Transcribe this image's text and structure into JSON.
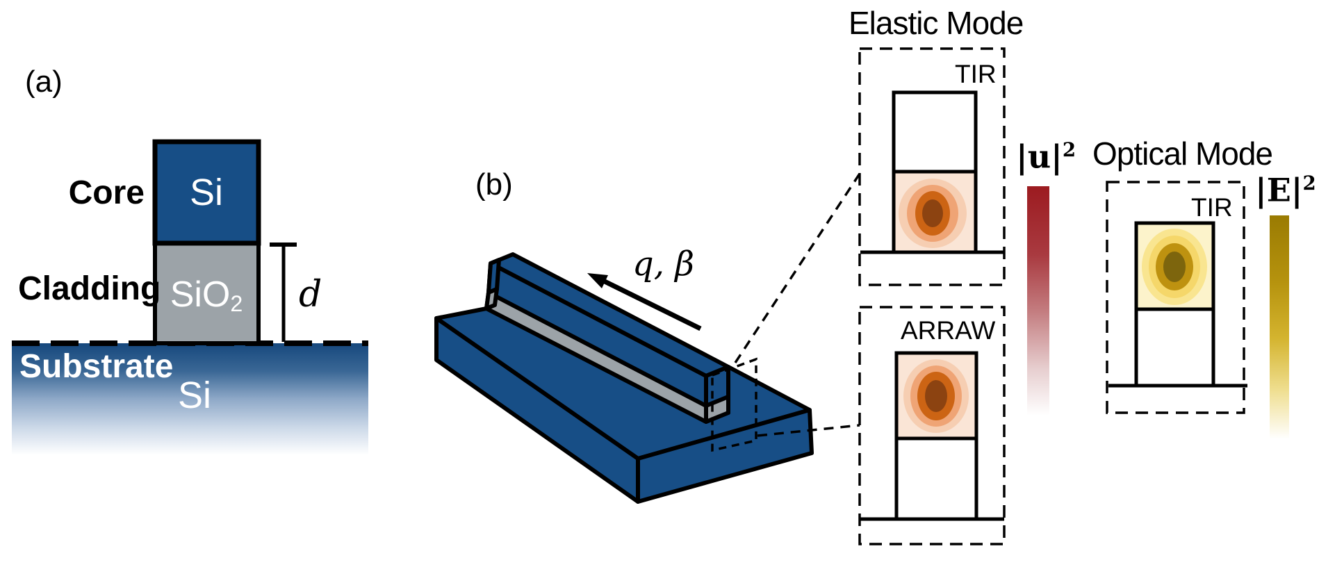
{
  "figure": {
    "panel_a": {
      "tag": "(a)",
      "core_label": "Core",
      "cladding_label": "Cladding",
      "substrate_label": "Substrate",
      "core_material": "Si",
      "cladding_material_base": "SiO",
      "cladding_material_subscript": "2",
      "substrate_material": "Si",
      "thickness_symbol": "d"
    },
    "panel_b": {
      "tag": "(b)",
      "propagation_label": "q, β"
    },
    "elastic": {
      "title": "Elastic Mode",
      "tir_label": "TIR",
      "arraw_label": "ARRAW",
      "colorbar_body": "|u|",
      "colorbar_exponent": "2"
    },
    "optical": {
      "title": "Optical Mode",
      "tir_label": "TIR",
      "colorbar_body": "|E|",
      "colorbar_exponent": "2"
    },
    "colors": {
      "silicon_blue": "#174E86",
      "oxide_gray": "#9CA3A8",
      "outline_black": "#000000",
      "substrate_gradient_top": "#16487D",
      "substrate_gradient_bottom": "#FFFFFF",
      "elastic_field_palette": [
        "#FAE5D6",
        "#F6CEB2",
        "#EFA475",
        "#CC6414",
        "#8C4311"
      ],
      "optical_field_palette": [
        "#FCF3CB",
        "#F9E590",
        "#F5D76A",
        "#BE9210",
        "#7D650D"
      ],
      "u2_colorbar_max": "#9C1B20",
      "e2_colorbar_max": "#9A7B02"
    }
  }
}
